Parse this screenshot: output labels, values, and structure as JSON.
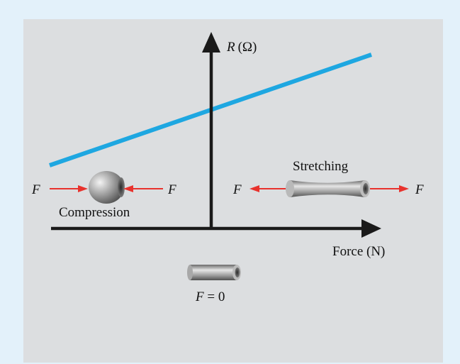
{
  "axes": {
    "y_label_symbol": "R",
    "y_label_unit": "(Ω)",
    "x_label": "Force (N)"
  },
  "compression": {
    "label": "Compression",
    "force_left": "F",
    "force_right": "F"
  },
  "stretching": {
    "label": "Stretching",
    "force_left": "F",
    "force_right": "F"
  },
  "rest": {
    "label_symbol": "F",
    "label_rest": " = 0"
  },
  "colors": {
    "outer_background": "#e3f1fa",
    "panel_background": "#dcdee0",
    "resistance_line": "#1ea7e1",
    "force_arrow": "#e8322d",
    "axis": "#1a1a1a"
  }
}
